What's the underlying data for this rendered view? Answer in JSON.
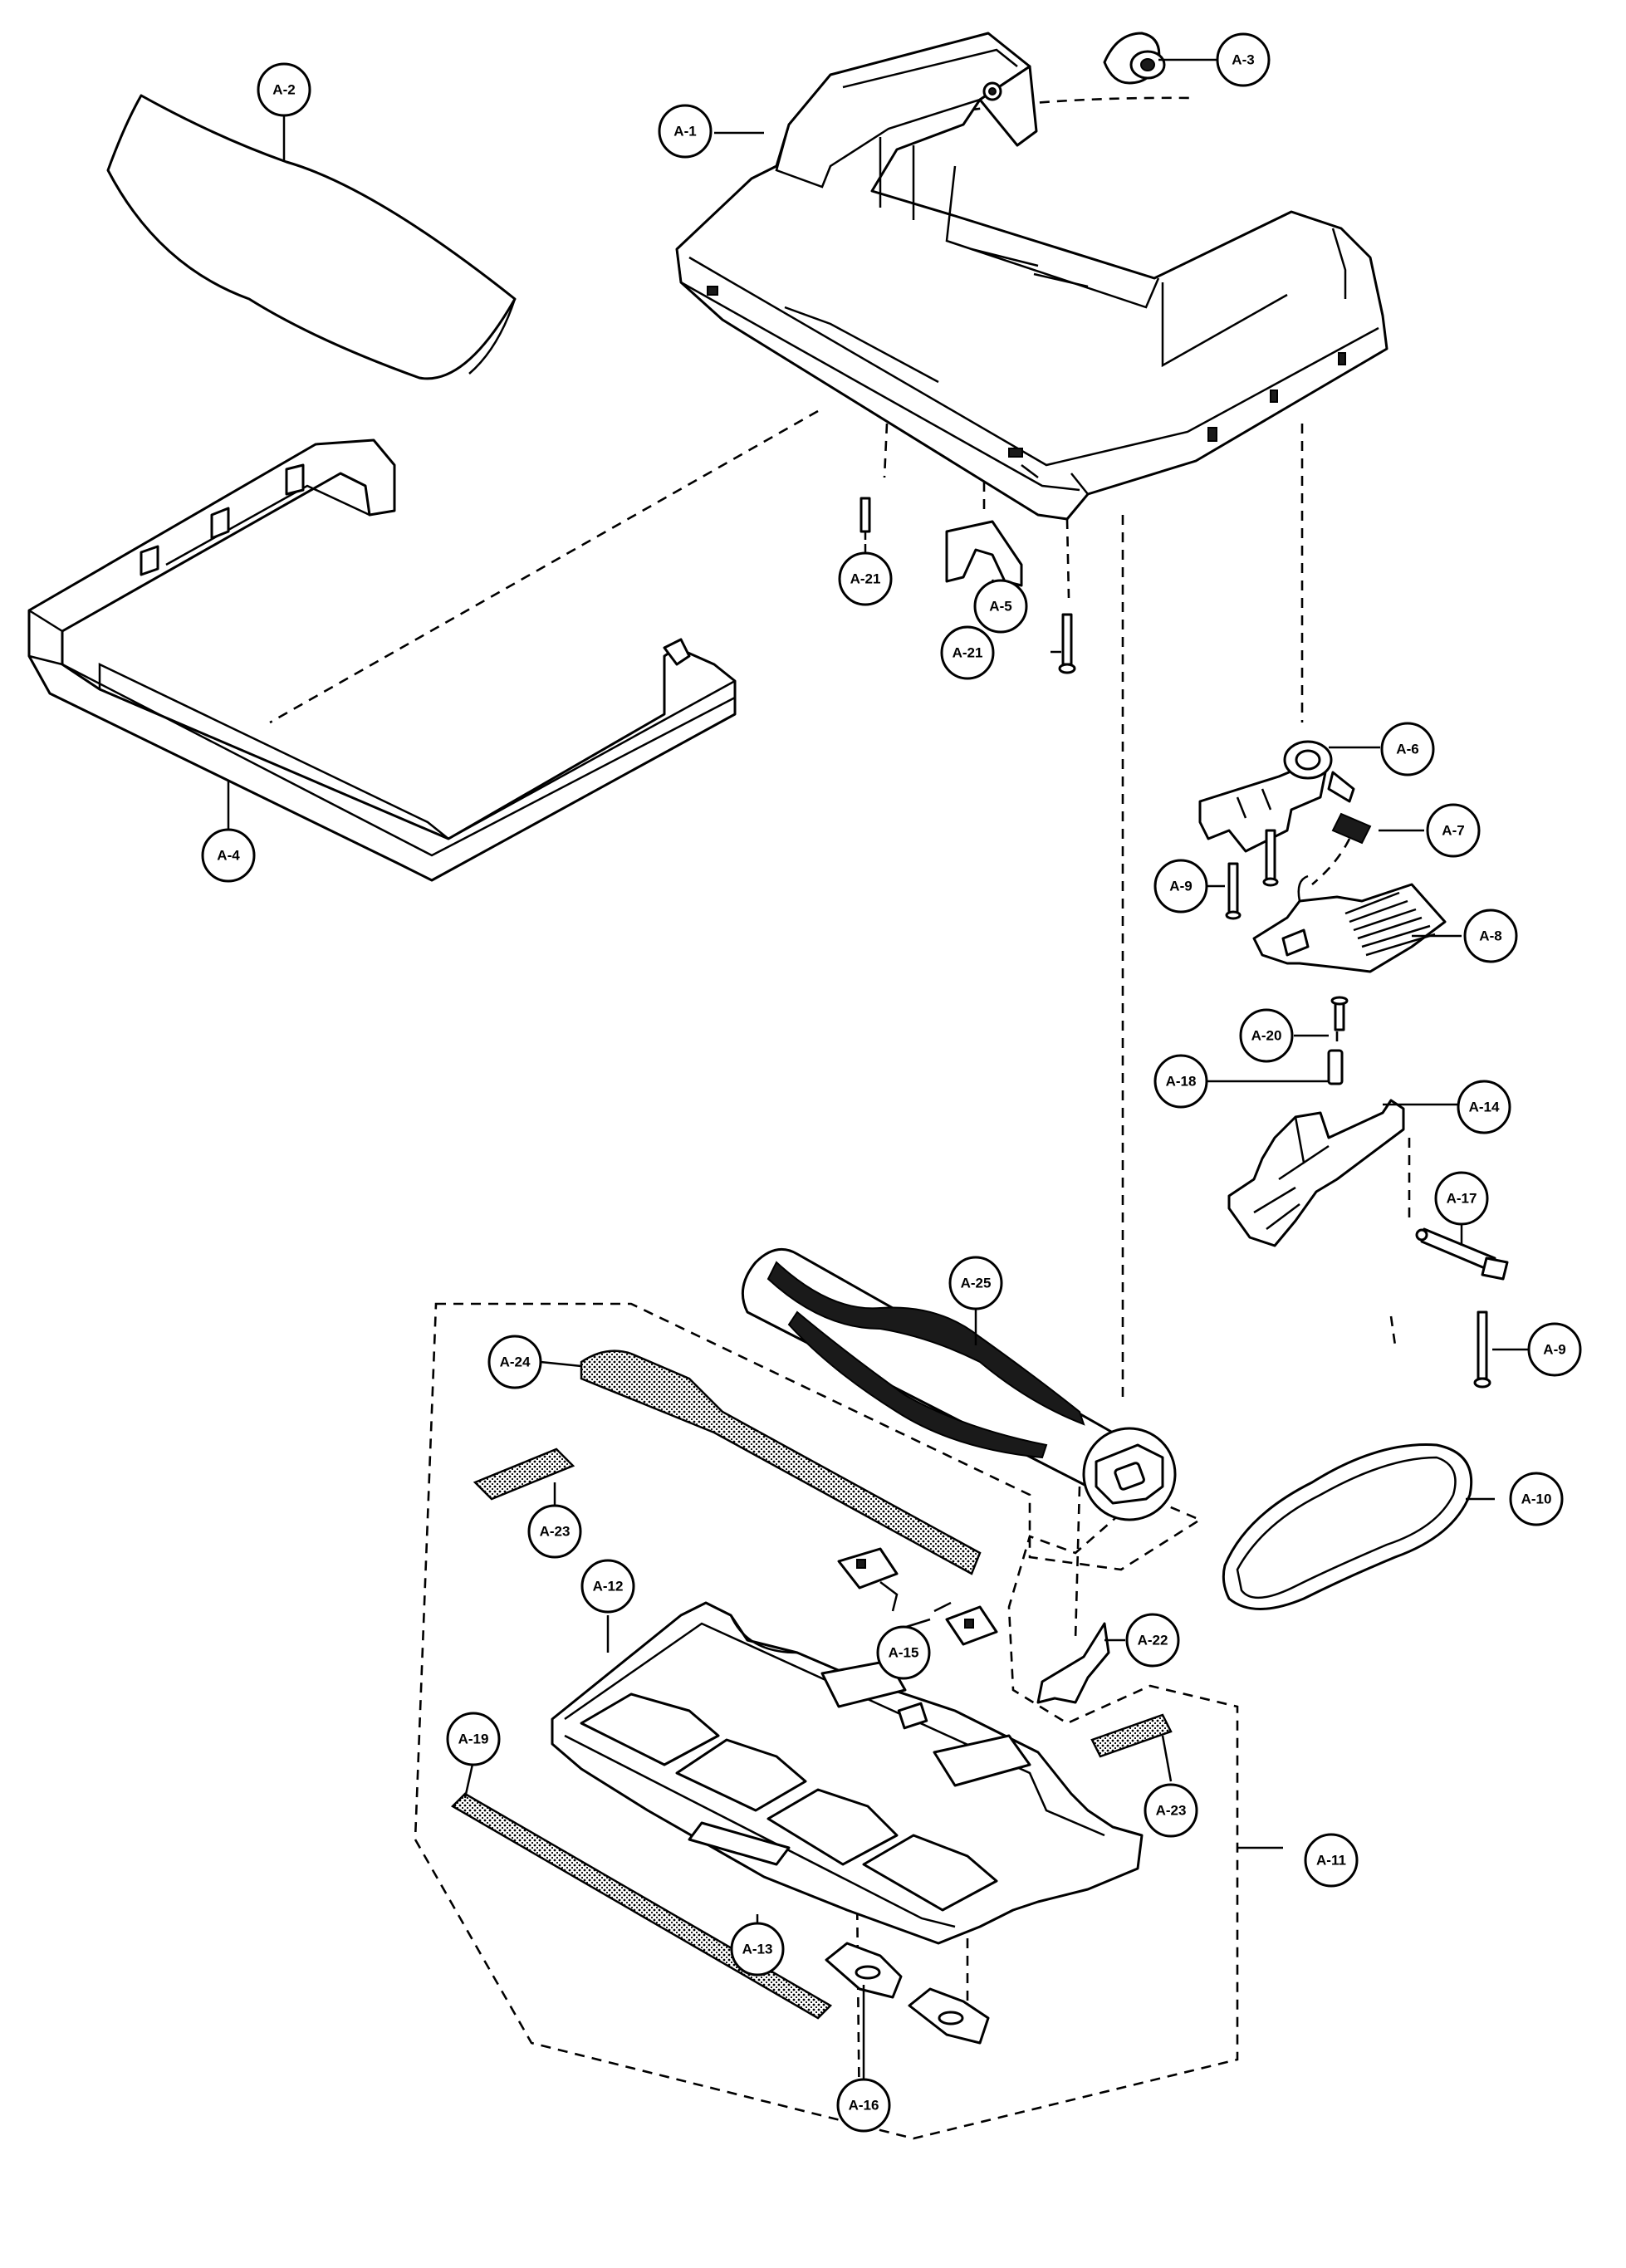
{
  "callouts": [
    {
      "id": "a1",
      "label": "A-1"
    },
    {
      "id": "a2",
      "label": "A-2"
    },
    {
      "id": "a3",
      "label": "A-3"
    },
    {
      "id": "a4",
      "label": "A-4"
    },
    {
      "id": "a5",
      "label": "A-5"
    },
    {
      "id": "a6",
      "label": "A-6"
    },
    {
      "id": "a7",
      "label": "A-7"
    },
    {
      "id": "a8",
      "label": "A-8"
    },
    {
      "id": "a9a",
      "label": "A-9"
    },
    {
      "id": "a9b",
      "label": "A-9"
    },
    {
      "id": "a10",
      "label": "A-10"
    },
    {
      "id": "a11",
      "label": "A-11"
    },
    {
      "id": "a12",
      "label": "A-12"
    },
    {
      "id": "a13",
      "label": "A-13"
    },
    {
      "id": "a14",
      "label": "A-14"
    },
    {
      "id": "a15",
      "label": "A-15"
    },
    {
      "id": "a16",
      "label": "A-16"
    },
    {
      "id": "a17",
      "label": "A-17"
    },
    {
      "id": "a18",
      "label": "A-18"
    },
    {
      "id": "a19",
      "label": "A-19"
    },
    {
      "id": "a20",
      "label": "A-20"
    },
    {
      "id": "a21a",
      "label": "A-21"
    },
    {
      "id": "a21b",
      "label": "A-21"
    },
    {
      "id": "a22",
      "label": "A-22"
    },
    {
      "id": "a23a",
      "label": "A-23"
    },
    {
      "id": "a23b",
      "label": "A-23"
    },
    {
      "id": "a24",
      "label": "A-24"
    },
    {
      "id": "a25",
      "label": "A-25"
    }
  ]
}
